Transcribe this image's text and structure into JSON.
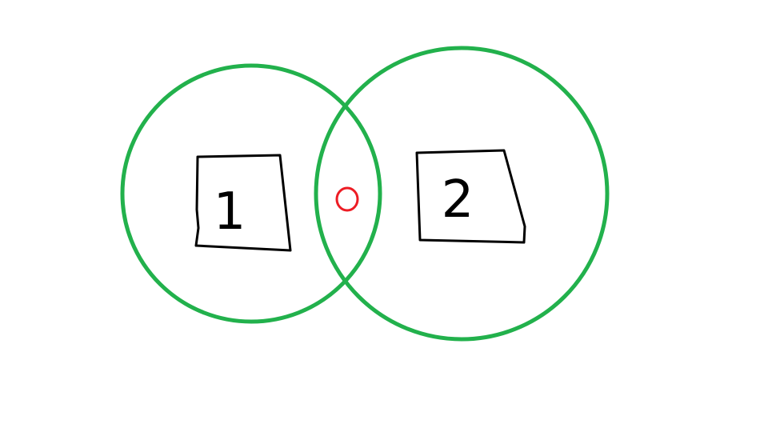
{
  "diagram": {
    "colors": {
      "circle": "#22b14c",
      "box": "#000000",
      "marker": "#ed1c24",
      "background": "#ffffff"
    },
    "regions": [
      {
        "label": "1"
      },
      {
        "label": "2"
      }
    ],
    "marker": {
      "shape": "small-circle"
    }
  }
}
